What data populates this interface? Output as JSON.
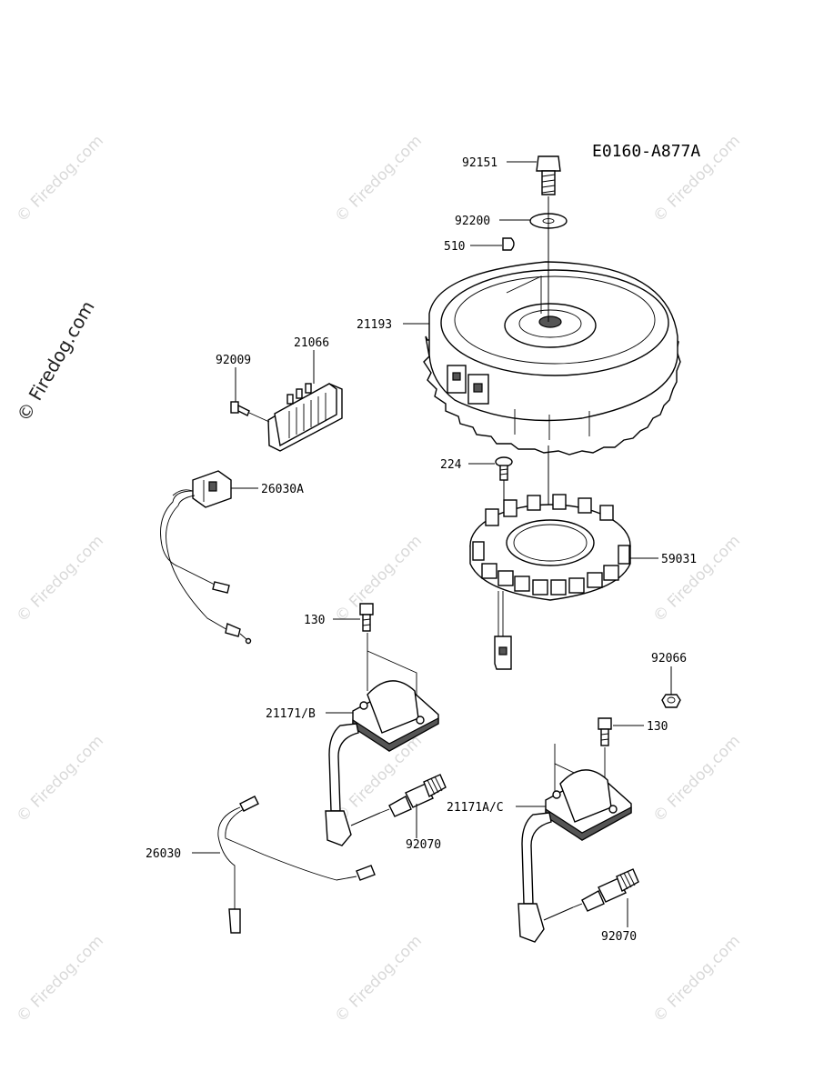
{
  "diagram": {
    "code": "E0160-A877A",
    "watermark": "© Firedog.com",
    "labels": {
      "p92151": "92151",
      "p92200": "92200",
      "p510": "510",
      "p21193": "21193",
      "p92009": "92009",
      "p21066": "21066",
      "p26030A": "26030A",
      "p224": "224",
      "p59031": "59031",
      "p130a": "130",
      "p92066": "92066",
      "p21171B": "21171/B",
      "p130b": "130",
      "p21171AC": "21171A/C",
      "p26030": "26030",
      "p92070a": "92070",
      "p92070b": "92070"
    }
  }
}
